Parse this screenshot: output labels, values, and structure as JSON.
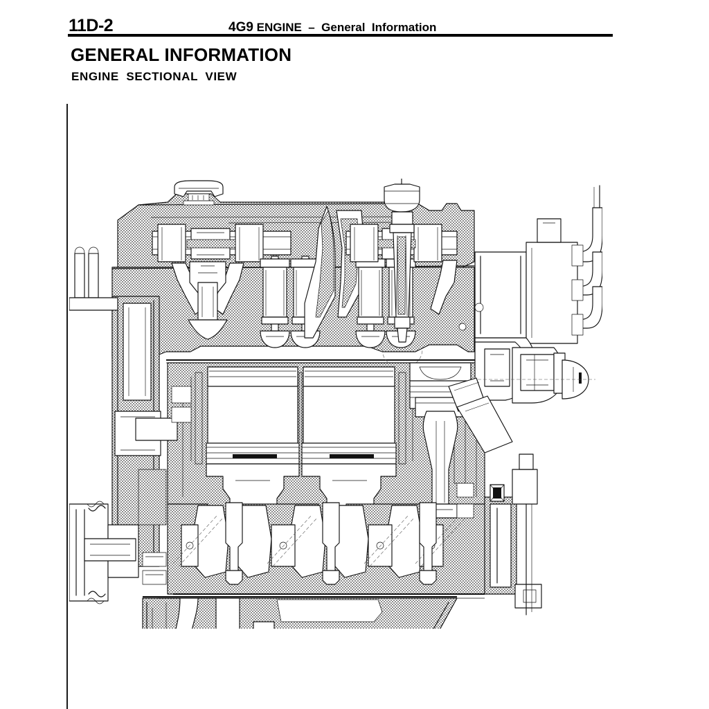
{
  "header": {
    "folio": "11D-2",
    "model": "4G9",
    "title_rest": " ENGINE  –  General  Information",
    "rule_color": "#000000"
  },
  "headings": {
    "h1": "GENERAL INFORMATION",
    "h2": "ENGINE  SECTIONAL  VIEW"
  },
  "figure": {
    "name": "engine-sectional-view-diagram",
    "caption": "",
    "description": "Cutaway sectional drawing of a 4G9 series inline four-cylinder DOHC 16-valve gasoline engine",
    "components": [
      "oil-filler-cap",
      "rocker-cover",
      "camshaft",
      "rocker-arm",
      "valve-spring",
      "intake-valve",
      "exhaust-valve",
      "spark-plug",
      "cylinder-head",
      "head-gasket",
      "piston",
      "piston-rings",
      "connecting-rod",
      "cylinder-block",
      "crankshaft",
      "main-bearing-cap",
      "counterweight",
      "oil-pan",
      "oil-screen",
      "oil-pump",
      "timing-belt",
      "camshaft-sprocket",
      "crankshaft-pulley",
      "drive-belt",
      "intake-manifold",
      "water-pump",
      "thermostat-housing",
      "flywheel"
    ],
    "line_color": "#111111",
    "hatch_color": "#777777",
    "background": "#ffffff"
  },
  "margin_rule": {
    "name": "left-margin-rule",
    "color": "#1a1a1a"
  }
}
